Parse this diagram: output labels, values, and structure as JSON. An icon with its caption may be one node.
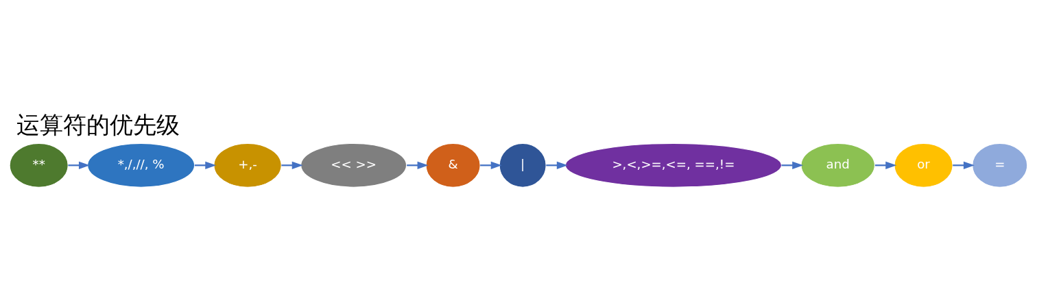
{
  "diagram": {
    "title": "运算符的优先级",
    "nodes": [
      {
        "text": [
          "**"
        ]
      },
      {
        "text": [
          "*,/,//, %"
        ]
      },
      {
        "text": [
          "+,-"
        ]
      },
      {
        "text": [
          "<< >>"
        ]
      },
      {
        "text": [
          "&"
        ]
      },
      {
        "text": [
          "|"
        ]
      },
      {
        "text": [
          ">,<,>=,<=, ==,!="
        ]
      },
      {
        "text": [
          "and"
        ]
      },
      {
        "text": [
          "or"
        ]
      },
      {
        "text": [
          "="
        ]
      }
    ],
    "edges": [
      {
        "from": 0,
        "to": 1,
        "arrow": "to"
      },
      {
        "from": 1,
        "to": 2,
        "arrow": "to"
      },
      {
        "from": 2,
        "to": 3,
        "arrow": "to"
      },
      {
        "from": 3,
        "to": 4,
        "arrow": "to"
      },
      {
        "from": 4,
        "to": 5,
        "arrow": "to"
      },
      {
        "from": 5,
        "to": 6,
        "arrow": "to"
      },
      {
        "from": 6,
        "to": 7,
        "arrow": "to"
      },
      {
        "from": 7,
        "to": 8,
        "arrow": "to"
      },
      {
        "from": 8,
        "to": 9,
        "arrow": "to"
      }
    ]
  }
}
